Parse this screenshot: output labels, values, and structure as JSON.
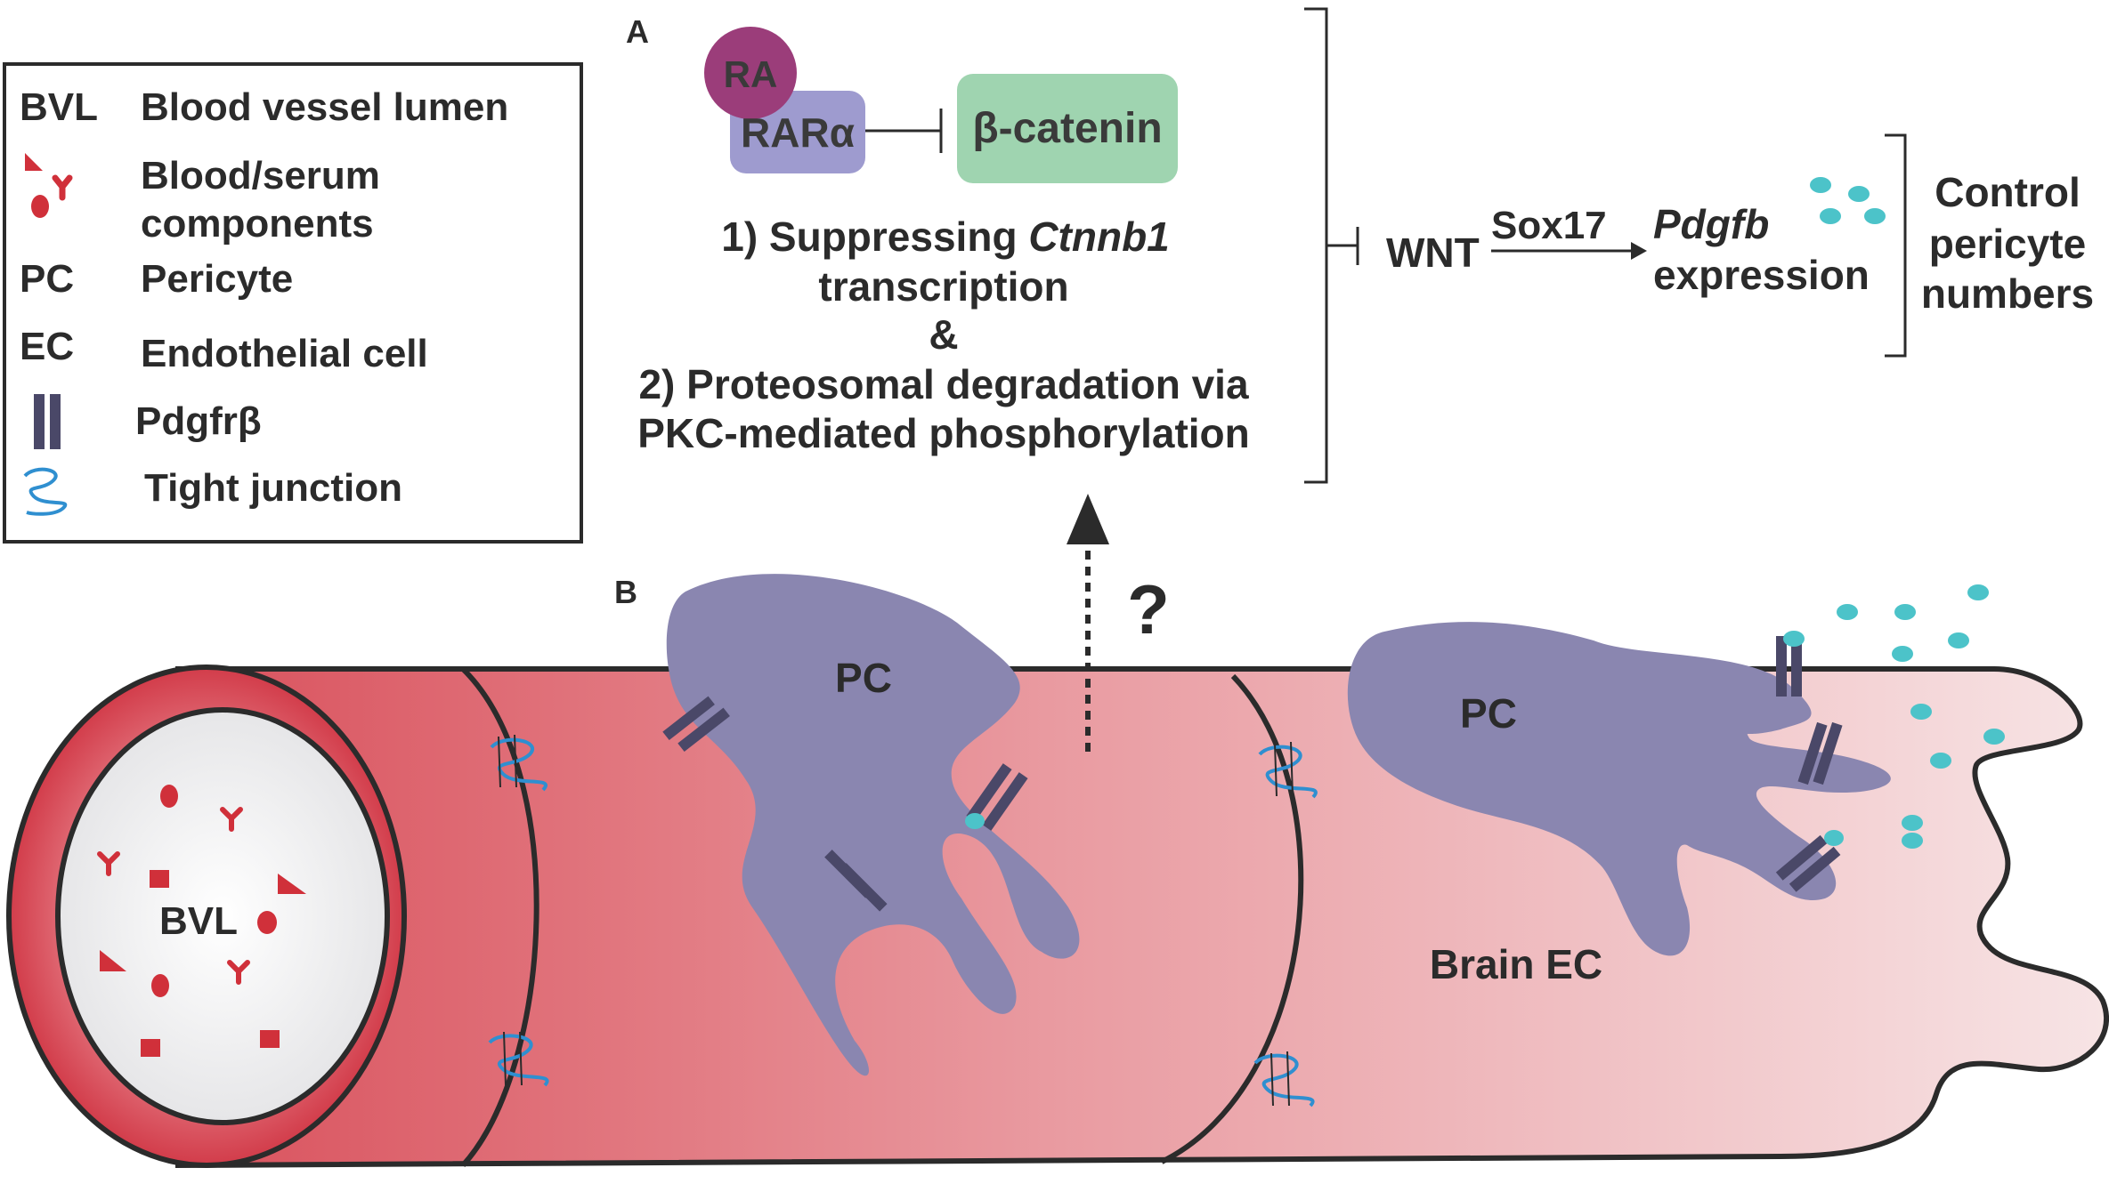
{
  "panel_labels": {
    "a": "A",
    "b": "B"
  },
  "legend": {
    "items": [
      {
        "abbr": "BVL",
        "text": "Blood vessel lumen",
        "icon": "none"
      },
      {
        "abbr": "",
        "text": "Blood/serum",
        "text2": "components",
        "icon": "blood-components-icon"
      },
      {
        "abbr": "PC",
        "text": "Pericyte",
        "icon": "none"
      },
      {
        "abbr": "EC",
        "text": "Endothelial cell",
        "icon": "none"
      },
      {
        "abbr": "",
        "text": "Pdgfrβ",
        "icon": "receptor-icon"
      },
      {
        "abbr": "",
        "text": "Tight junction",
        "icon": "tight-junction-icon"
      }
    ]
  },
  "panel_a": {
    "ra": "RA",
    "rar": "RARα",
    "beta_catenin": "β-catenin",
    "mech1_prefix": "1) Suppressing ",
    "mech1_gene": "Ctnnb1",
    "mech1_line2": "transcription",
    "amp": "&",
    "mech2_line1": "2) Proteosomal degradation via",
    "mech2_line2": "PKC-mediated phosphorylation",
    "wnt": "WNT",
    "sox17": "Sox17",
    "pdgfb": "Pdgfb",
    "expression": "expression",
    "control_line1": "Control",
    "control_line2": "pericyte",
    "control_line3": "numbers"
  },
  "panel_b": {
    "bvl": "BVL",
    "pc_left": "PC",
    "pc_right": "PC",
    "question": "?",
    "brain_ec": "Brain EC"
  },
  "colors": {
    "ra": "#9b3d7a",
    "rar": "#9e9bcf",
    "beta_catenin": "#9fd4b0",
    "pericyte": "#8a86b0",
    "receptor": "#4a4868",
    "pdgfb_dot": "#4cc3c9",
    "blood_component": "#d0303a",
    "tight_junction": "#2f8fd0",
    "vessel_dark": "#d9515c",
    "vessel_light": "#f6dfe0"
  }
}
